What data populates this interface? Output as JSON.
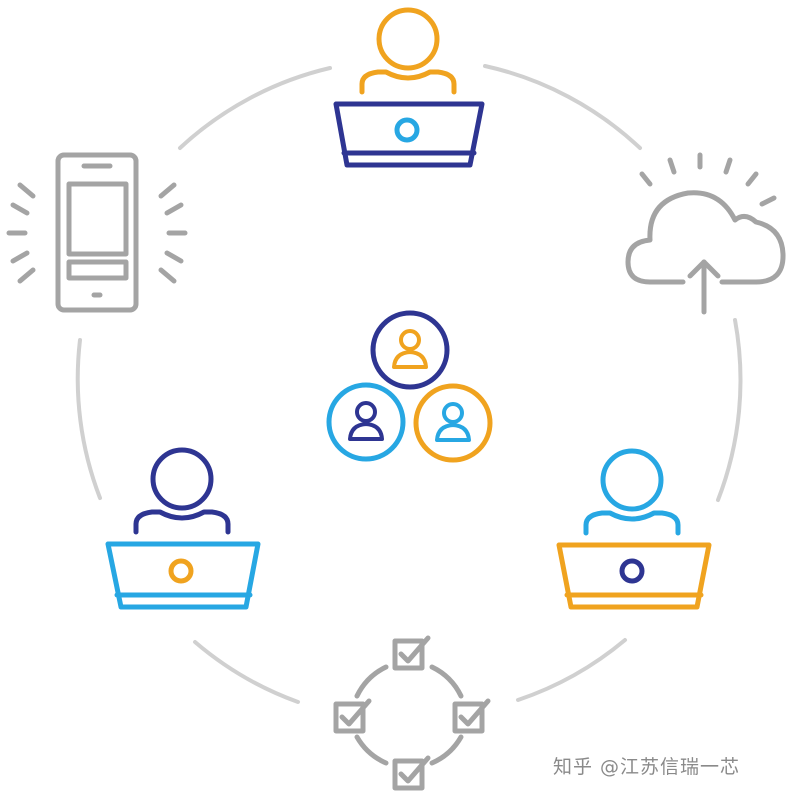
{
  "colors": {
    "orange": "#f0a31f",
    "navy": "#2e3592",
    "blue": "#27a7e3",
    "gray": "#a4a4a4",
    "ring": "#d0d0d0"
  },
  "nodes": {
    "top_user": {
      "head": "orange",
      "body": "orange",
      "laptop": "navy",
      "dot": "blue"
    },
    "left_user": {
      "head": "navy",
      "body": "navy",
      "laptop": "blue",
      "dot": "orange"
    },
    "right_user": {
      "head": "blue",
      "body": "blue",
      "laptop": "orange",
      "dot": "navy"
    },
    "phone": {
      "icon": "mobile-phone-icon",
      "color": "gray"
    },
    "cloud": {
      "icon": "cloud-upload-icon",
      "color": "gray"
    },
    "checks": {
      "icon": "checkbox-cycle-icon",
      "color": "gray",
      "count": 4
    },
    "center": {
      "icon": "user-group-icon",
      "circles": [
        {
          "ring": "navy",
          "person": "orange"
        },
        {
          "ring": "blue",
          "person": "navy"
        },
        {
          "ring": "orange",
          "person": "blue"
        }
      ]
    }
  },
  "watermark": "知乎 @江苏信瑞一芯"
}
